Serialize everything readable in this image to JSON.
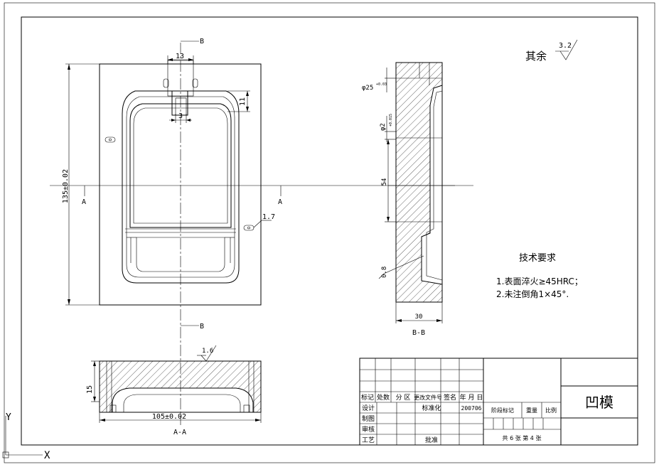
{
  "title_block": {
    "part_name": "凹模",
    "row_header": [
      "标记",
      "处数",
      "分 区",
      "更改文件号",
      "签名",
      "年 月 日"
    ],
    "design_label": "设计",
    "standardize_label": "标准化",
    "date_value": "200706",
    "drawing_label": "制图",
    "review_label": "审核",
    "process_label": "工艺",
    "approve_label": "批准",
    "stage_mark_label": "阶段标记",
    "weight_label": "重量",
    "scale_label": "比例",
    "sheets_text": "共 6 张  第 4 张"
  },
  "notes": {
    "roughness_prefix": "其余",
    "roughness_value": "3.2",
    "tech_title": "技术要求",
    "tech_items": [
      "1.表面淬火≥45HRC；",
      "2.未注倒角1×45°."
    ]
  },
  "front_view": {
    "section_mark_top": "B",
    "section_mark_bottom": "B",
    "section_mark_left": "A",
    "section_mark_right": "A",
    "dim_13": "13",
    "dim_11": "11",
    "dim_3": "3",
    "dim_height": "135±0.02",
    "dim_hole": "1.7"
  },
  "section_aa": {
    "label": "A-A",
    "dim_width": "105±0.02",
    "dim_depth": "15",
    "roughness": "1.6"
  },
  "section_bb": {
    "label": "B-B",
    "dim_width": "30",
    "dim_25": "φ25",
    "dim_25_tol": "+0.03",
    "dim_2": "φ2",
    "dim_2_tol": "+0.015",
    "dim_54": "54",
    "roughness": "0.8"
  },
  "ucs": {
    "y_label": "Y",
    "x_label": "X"
  }
}
